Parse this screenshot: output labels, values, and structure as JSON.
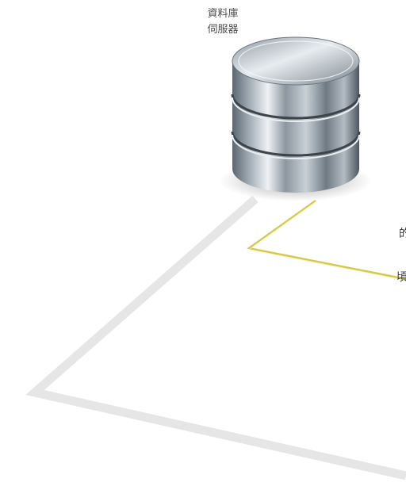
{
  "server_label": {
    "line1": "資料庫",
    "line2": "伺服器"
  },
  "partial_text": [
    "的",
    "頃"
  ],
  "icons": {
    "database": "database-cylinder-icon"
  },
  "colors": {
    "connector_gray": "#e6e6e6",
    "connector_yellow": "#d6c84c",
    "label_text": "#4a4a4a"
  }
}
